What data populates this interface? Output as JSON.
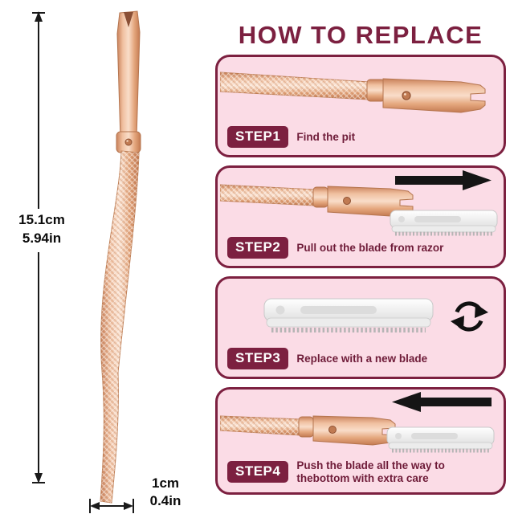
{
  "header": {
    "title": "HOW TO REPLACE"
  },
  "measurements": {
    "height_cm": "15.1cm",
    "height_in": "5.94in",
    "width_cm": "1cm",
    "width_in": "0.4in"
  },
  "steps": [
    {
      "badge": "STEP1",
      "text": "Find the pit"
    },
    {
      "badge": "STEP2",
      "text": "Pull out the blade from razor"
    },
    {
      "badge": "STEP3",
      "text": "Replace with a new blade"
    },
    {
      "badge": "STEP4",
      "text": "Push the blade all the way to thebottom with extra care"
    }
  ],
  "icons": {
    "arrow_right": "→",
    "arrow_left": "←",
    "rotate": "⟳"
  },
  "colors": {
    "accent_maroon": "#7c2040",
    "card_pink": "#fbdce6",
    "rose_gold": "#e3a47f",
    "blade_gray": "#ededed",
    "dimension_black": "#1a1a1a",
    "arrow_black": "#151515"
  }
}
